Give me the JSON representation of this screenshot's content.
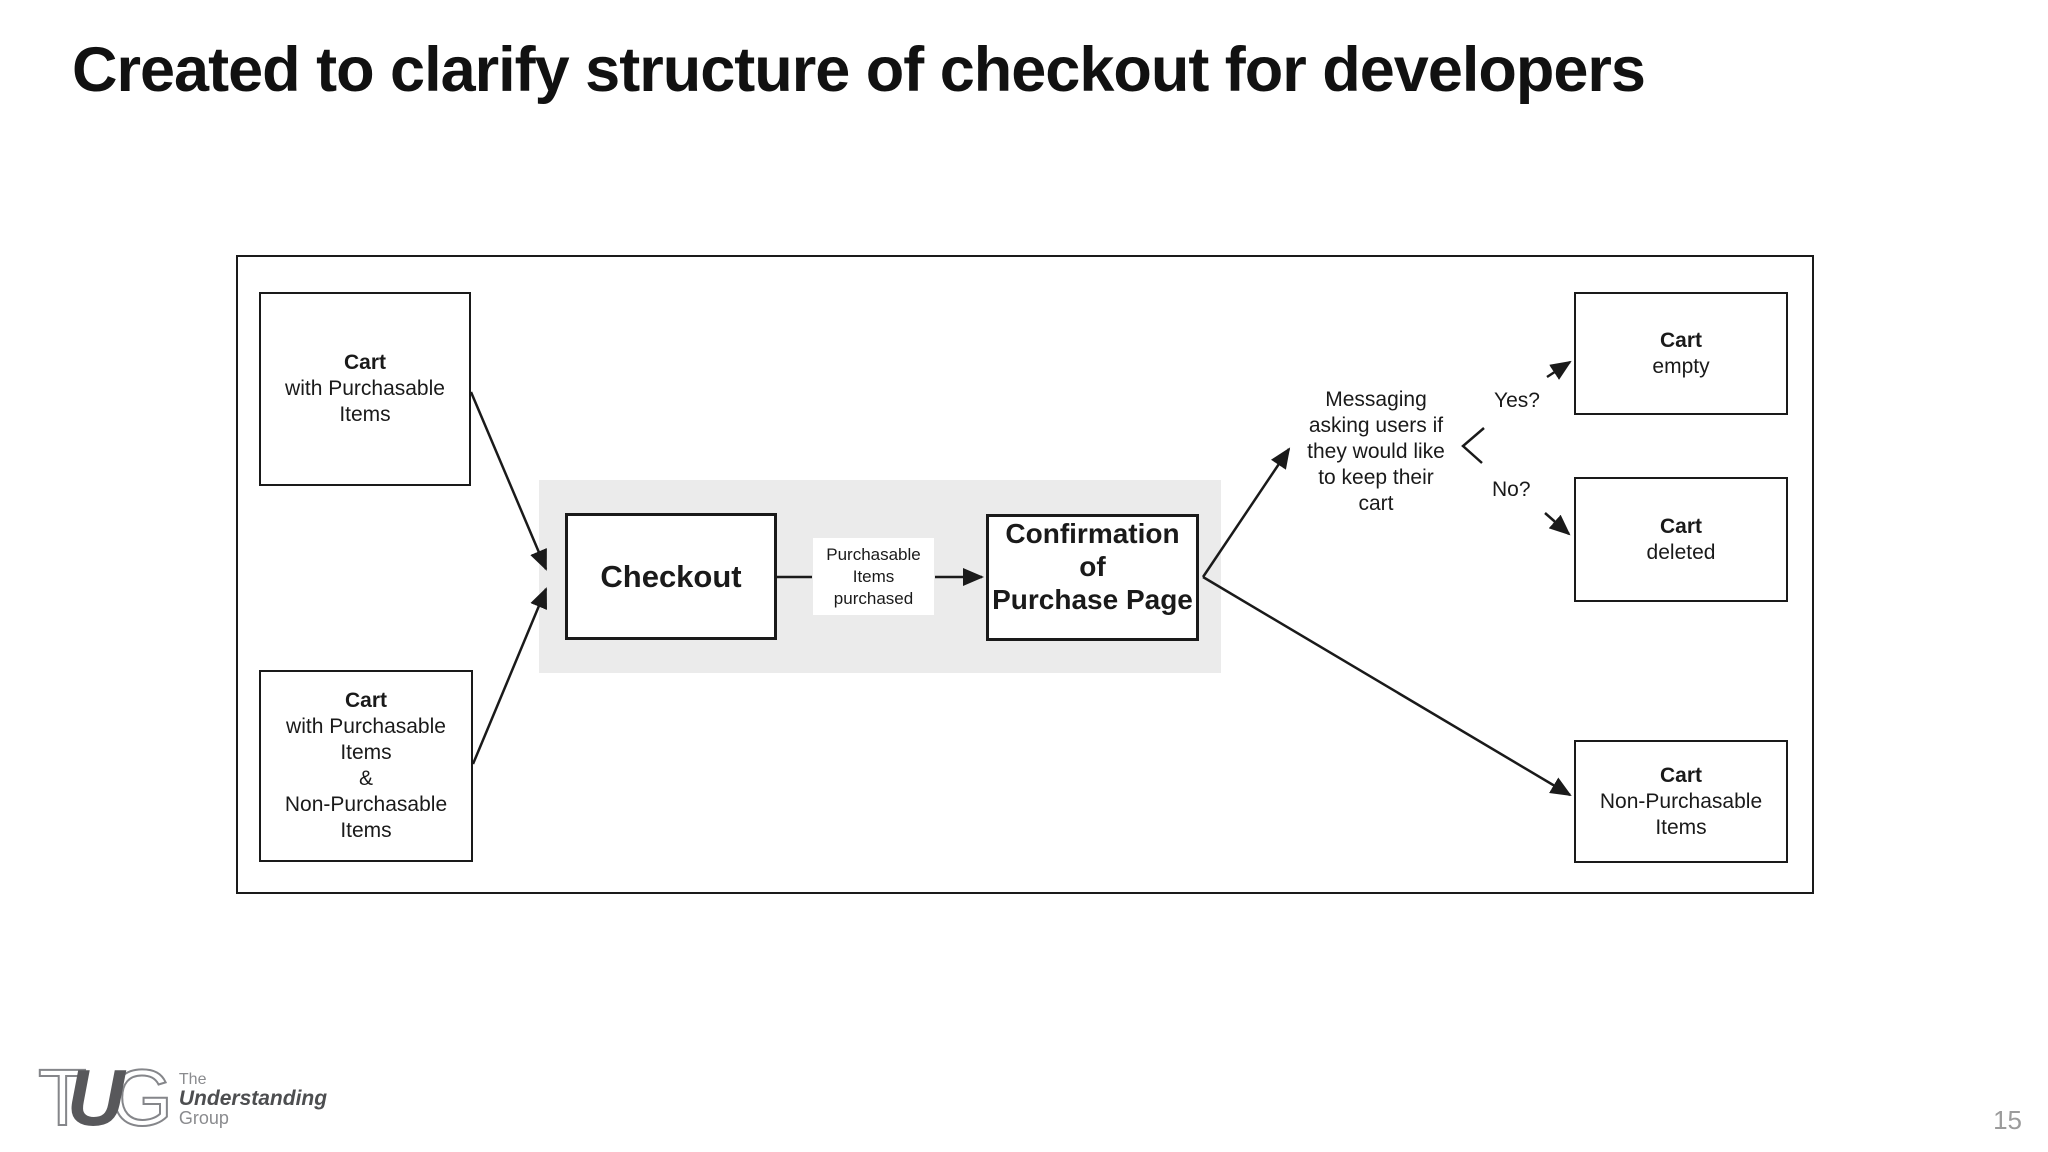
{
  "slide": {
    "title": "Created to clarify structure of checkout for developers",
    "page_number": "15"
  },
  "footer_logo": {
    "monogram": {
      "t": "T",
      "u": "U",
      "g": "G"
    },
    "the": "The",
    "understanding": "Understanding",
    "group": "Group"
  },
  "diagram": {
    "highlight_color": "#ebebeb",
    "border_color": "#1a1a1a",
    "nodes": {
      "cart_purchasable": {
        "heading": "Cart",
        "line1": "with Purchasable",
        "line2": "Items"
      },
      "cart_mixed": {
        "heading": "Cart",
        "line1": "with Purchasable",
        "line2": "Items",
        "line3": "&",
        "line4": "Non-Purchasable",
        "line5": "Items"
      },
      "checkout": {
        "heading": "Checkout"
      },
      "confirmation": {
        "line1": "Confirmation of",
        "line2": "Purchase Page"
      },
      "cart_empty": {
        "heading": "Cart",
        "line1": "empty"
      },
      "cart_deleted": {
        "heading": "Cart",
        "line1": "deleted"
      },
      "cart_non_purchasable": {
        "heading": "Cart",
        "line1": "Non-Purchasable",
        "line2": "Items"
      }
    },
    "annotations": {
      "purchased_label": {
        "line1": "Purchasable",
        "line2": "Items",
        "line3": "purchased"
      },
      "messaging": {
        "line1": "Messaging",
        "line2": "asking users if",
        "line3": "they would like",
        "line4": "to keep their",
        "line5": "cart"
      },
      "yes_label": "Yes?",
      "no_label": "No?"
    }
  }
}
